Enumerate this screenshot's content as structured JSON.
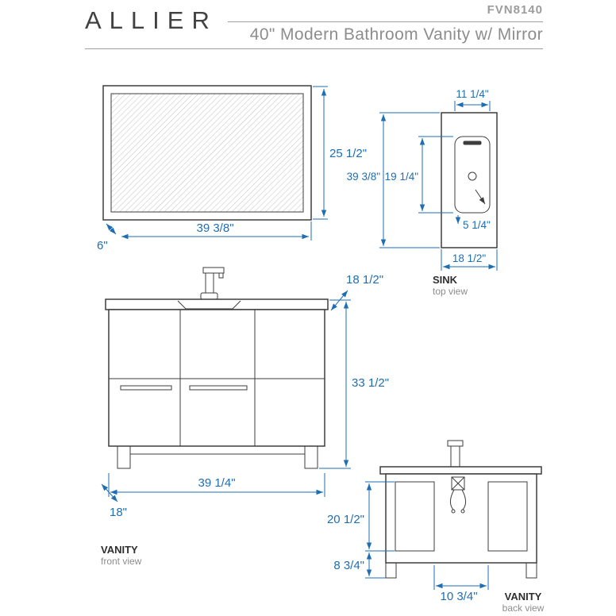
{
  "colors": {
    "dimension_blue": "#1e6eb4",
    "line_dark": "#3d3d3d",
    "text_gray": "#8d8d8d"
  },
  "header": {
    "title": "ALLIER",
    "model": "FVN8140",
    "subtitle": "40\" Modern Bathroom Vanity w/ Mirror"
  },
  "mirror": {
    "height": "25 1/2\"",
    "width": "39 3/8\"",
    "depth": "6\""
  },
  "sink": {
    "title": "SINK",
    "view": "top view",
    "basin_width": "11 1/4\"",
    "counter_length": "39 3/8\"",
    "basin_length": "19 1/4\"",
    "basin_depth": "5 1/4\"",
    "counter_width": "18 1/2\""
  },
  "vanity_front": {
    "title": "VANITY",
    "view": "front view",
    "counter_depth": "18 1/2\"",
    "height": "33 1/2\"",
    "width": "39 1/4\"",
    "depth": "18\""
  },
  "vanity_back": {
    "title": "VANITY",
    "view": "back view",
    "opening_height": "20 1/2\"",
    "toe_height": "8 3/4\"",
    "center_width": "10 3/4\""
  }
}
